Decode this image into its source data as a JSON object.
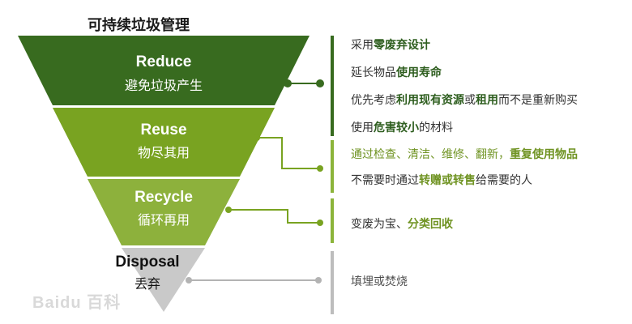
{
  "title": "可持续垃圾管理",
  "colors": {
    "reduce": "#386b1f",
    "reuse": "#79a321",
    "recycle": "#8db13c",
    "disposal": "#c9c9c9",
    "reduce_accent": "#2e5e1f",
    "reuse_accent": "#6f9322",
    "disposal_accent": "#b3b3b3"
  },
  "levels": [
    {
      "en": "Reduce",
      "zh": "避免垃圾产生",
      "lines": [
        {
          "parts": [
            {
              "t": "采用"
            },
            {
              "t": "零废弃设计",
              "b": true
            }
          ]
        },
        {
          "parts": [
            {
              "t": "延长物品"
            },
            {
              "t": "使用寿命",
              "b": true
            }
          ]
        },
        {
          "parts": [
            {
              "t": "优先考虑"
            },
            {
              "t": "利用现有资源",
              "b": true
            },
            {
              "t": "或"
            },
            {
              "t": "租用",
              "b": true
            },
            {
              "t": "而不是重新购买"
            }
          ]
        },
        {
          "parts": [
            {
              "t": "使用"
            },
            {
              "t": "危害较小",
              "b": true
            },
            {
              "t": "的材料"
            }
          ]
        }
      ]
    },
    {
      "en": "Reuse",
      "zh": "物尽其用",
      "lines": [
        {
          "parts": [
            {
              "t": "通过检查、清洁、维修、翻新，"
            },
            {
              "t": "重复使用物品",
              "b": true
            }
          ]
        },
        {
          "parts": [
            {
              "t": "不需要时通过"
            },
            {
              "t": "转赠或转售",
              "b": true
            },
            {
              "t": "给需要的人"
            }
          ]
        }
      ]
    },
    {
      "en": "Recycle",
      "zh": "循环再用",
      "lines": [
        {
          "parts": [
            {
              "t": "变废为宝、"
            },
            {
              "t": "分类回收",
              "b": true
            }
          ]
        }
      ]
    },
    {
      "en": "Disposal",
      "zh": "丢弃",
      "lines": [
        {
          "parts": [
            {
              "t": "填埋或焚烧"
            }
          ]
        }
      ]
    }
  ],
  "watermark": "Baidu 百科"
}
